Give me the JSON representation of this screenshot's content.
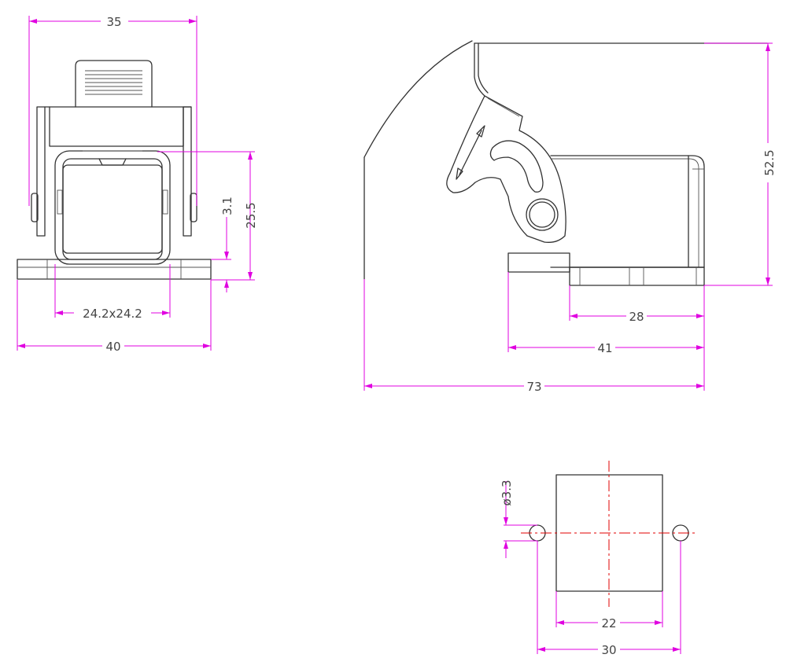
{
  "views": {
    "front": {
      "dims": {
        "width_top": "35",
        "height_total": "25.5",
        "height_base": "3.1",
        "opening": "24.2x24.2",
        "width_base": "40"
      }
    },
    "side": {
      "dims": {
        "height": "52.5",
        "len_28": "28",
        "len_41": "41",
        "len_73": "73"
      }
    },
    "bottom": {
      "dims": {
        "hole": "ø3.3",
        "inner": "22",
        "pitch": "30"
      }
    }
  },
  "colors": {
    "outline": "#333333",
    "dimension": "#e000e0",
    "centerline": "#e00000"
  }
}
